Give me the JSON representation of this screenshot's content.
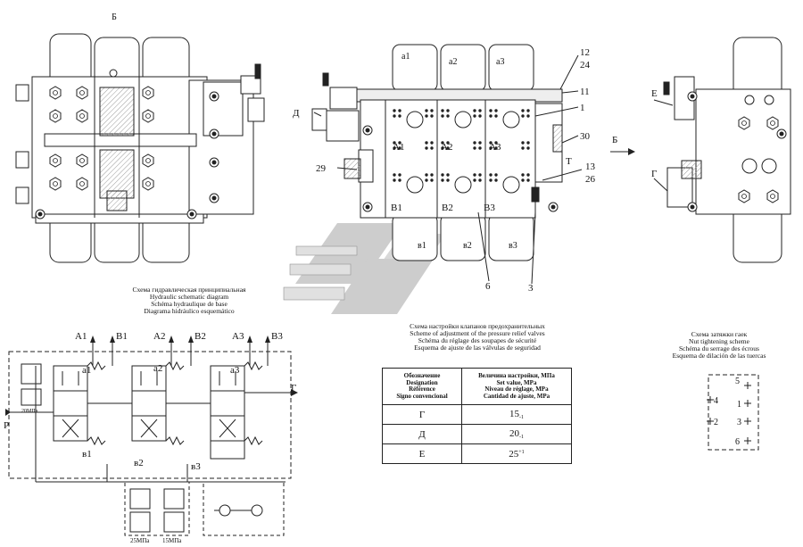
{
  "views": {
    "left_view_label": "Б",
    "right_view_arrow_label": "Б",
    "right_view_labels": [
      "Е",
      "Г"
    ]
  },
  "front_view": {
    "section_labels": [
      "А1",
      "А2",
      "А3",
      "В1",
      "В2",
      "В3"
    ],
    "top_ports": [
      "а1",
      "а2",
      "а3"
    ],
    "bottom_ports": [
      "в1",
      "в2",
      "в3"
    ],
    "side_labels": [
      "Д",
      "Т"
    ],
    "callouts": [
      "12",
      "24",
      "11",
      "1",
      "30",
      "13",
      "26",
      "29",
      "6",
      "3"
    ]
  },
  "hydraulic_caption": {
    "lines": [
      "Схема гидравлическая принципиальная",
      "Hydraulic schematic diagram",
      "Schéma hydraulique de base",
      "Diagrama hidráulico esquemático"
    ]
  },
  "hydraulic_schematic": {
    "ports_top": [
      "А1",
      "В1",
      "А2",
      "В2",
      "А3",
      "В3"
    ],
    "spool_upper": [
      "а1",
      "а2",
      "а3"
    ],
    "spool_lower": [
      "в1",
      "в2",
      "в3"
    ],
    "inlet": "Р",
    "outlet": "Г",
    "valve_setting_left": "20МПа",
    "valve_setting_bottom_1": "25МПа",
    "valve_setting_bottom_2": "15МПа"
  },
  "relief_caption": {
    "lines": [
      "Схема настройки клапанов предохранительных",
      "Scheme of adjustment of the pressure relief valves",
      "Schéma du réglage des soupapes de sécurité",
      "Esquema de ajuste de las válvulas de seguridad"
    ]
  },
  "relief_table": {
    "header_designation": [
      "Обозначение",
      "Designation",
      "Référence",
      "Signo convencional"
    ],
    "header_value": [
      "Величина настройки, МПа",
      "Set value, MPa",
      "Niveau de réglage, MPa",
      "Cantidad de ajuste, MPa"
    ],
    "rows": [
      {
        "designation": "Г",
        "value": "15",
        "tolerance": "-1",
        "tol_pos": "sub"
      },
      {
        "designation": "Д",
        "value": "20",
        "tolerance": "-1",
        "tol_pos": "sub"
      },
      {
        "designation": "Е",
        "value": "25",
        "tolerance": "+1",
        "tol_pos": "sup"
      }
    ]
  },
  "nut_caption": {
    "lines": [
      "Схема затяжки гаек",
      "Nut tightening scheme",
      "Schéma du serrage des écrous",
      "Esquema de dilación de las tuercas"
    ]
  },
  "nut_scheme": {
    "order": [
      "5",
      "4",
      "1",
      "2",
      "3",
      "6"
    ]
  },
  "colors": {
    "line": "#222222",
    "hatch": "#9a9a9a",
    "watermark": "#c8c8c8"
  }
}
